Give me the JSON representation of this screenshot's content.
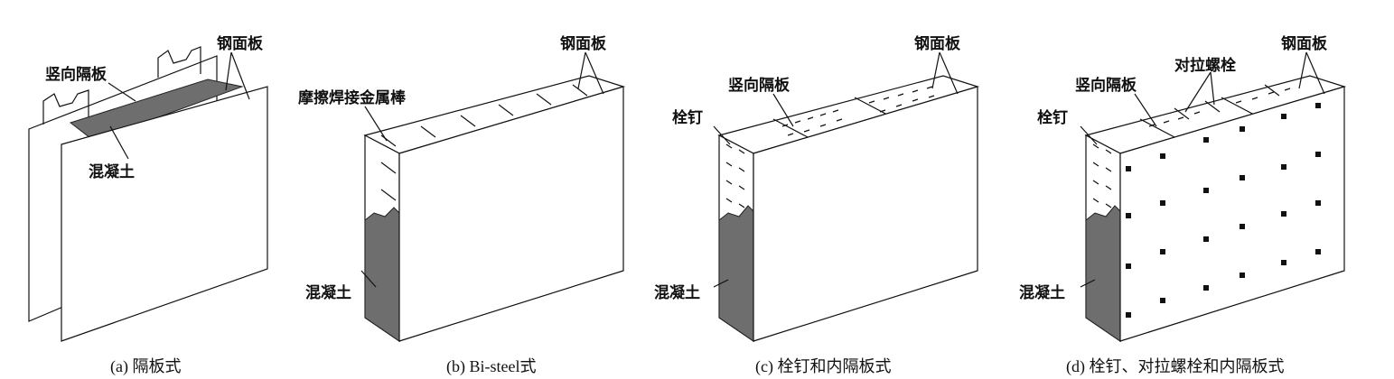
{
  "panels": [
    {
      "id": "a",
      "caption": "(a) 隔板式",
      "labels": {
        "steel_plate": "钢面板",
        "vertical_diaphragm": "竖向隔板",
        "concrete": "混凝土"
      }
    },
    {
      "id": "b",
      "caption": "(b) Bi-steel式",
      "labels": {
        "steel_plate": "钢面板",
        "friction_welded_rod": "摩擦焊接金属棒",
        "concrete": "混凝土"
      }
    },
    {
      "id": "c",
      "caption": "(c) 栓钉和内隔板式",
      "labels": {
        "steel_plate": "钢面板",
        "vertical_diaphragm": "竖向隔板",
        "stud": "栓钉",
        "concrete": "混凝土"
      }
    },
    {
      "id": "d",
      "caption": "(d) 栓钉、对拉螺栓和内隔板式",
      "labels": {
        "steel_plate": "钢面板",
        "vertical_diaphragm": "竖向隔板",
        "tie_bolt": "对拉螺栓",
        "stud": "栓钉",
        "concrete": "混凝土"
      }
    }
  ],
  "colors": {
    "concrete": "#6e6e6e",
    "line": "#111111",
    "background": "#ffffff"
  }
}
